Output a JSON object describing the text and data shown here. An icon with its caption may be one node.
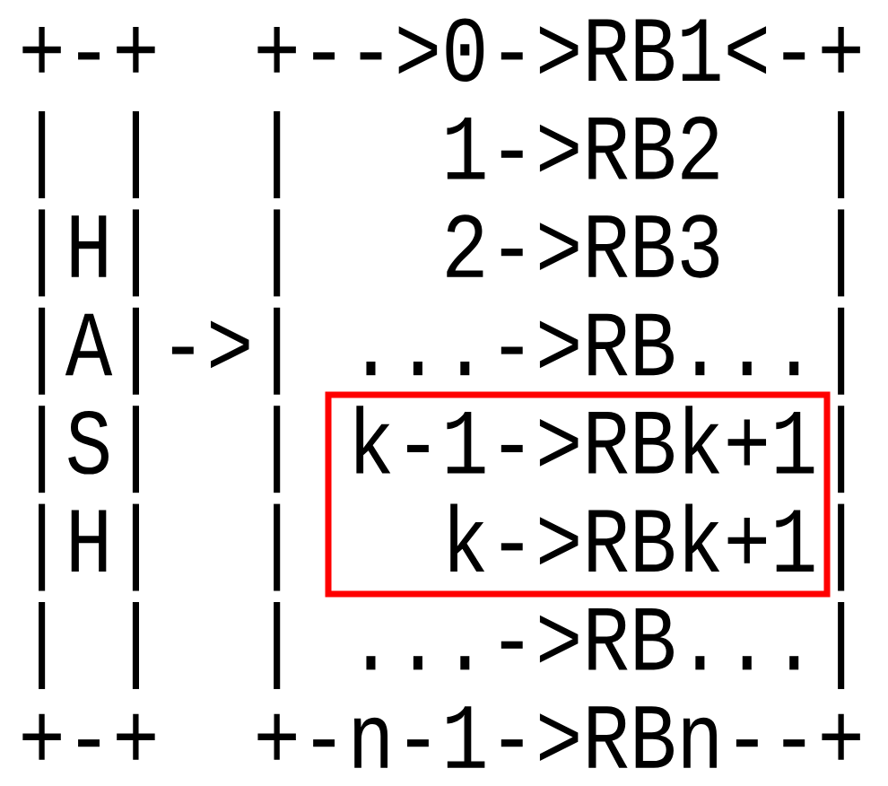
{
  "diagram": {
    "labels": [
      "+-+  +-->0->RB1<-+",
      "| |  |   1->RB2  |",
      "|H|  |   2->RB3  |",
      "|A|->| ...->RB...|",
      "|S|  | k-1->RBk+1|",
      "|H|  |   k->RBk+1|",
      "| |  | ...->RB...|",
      "+-+  +-n-1->RBn--+"
    ]
  }
}
